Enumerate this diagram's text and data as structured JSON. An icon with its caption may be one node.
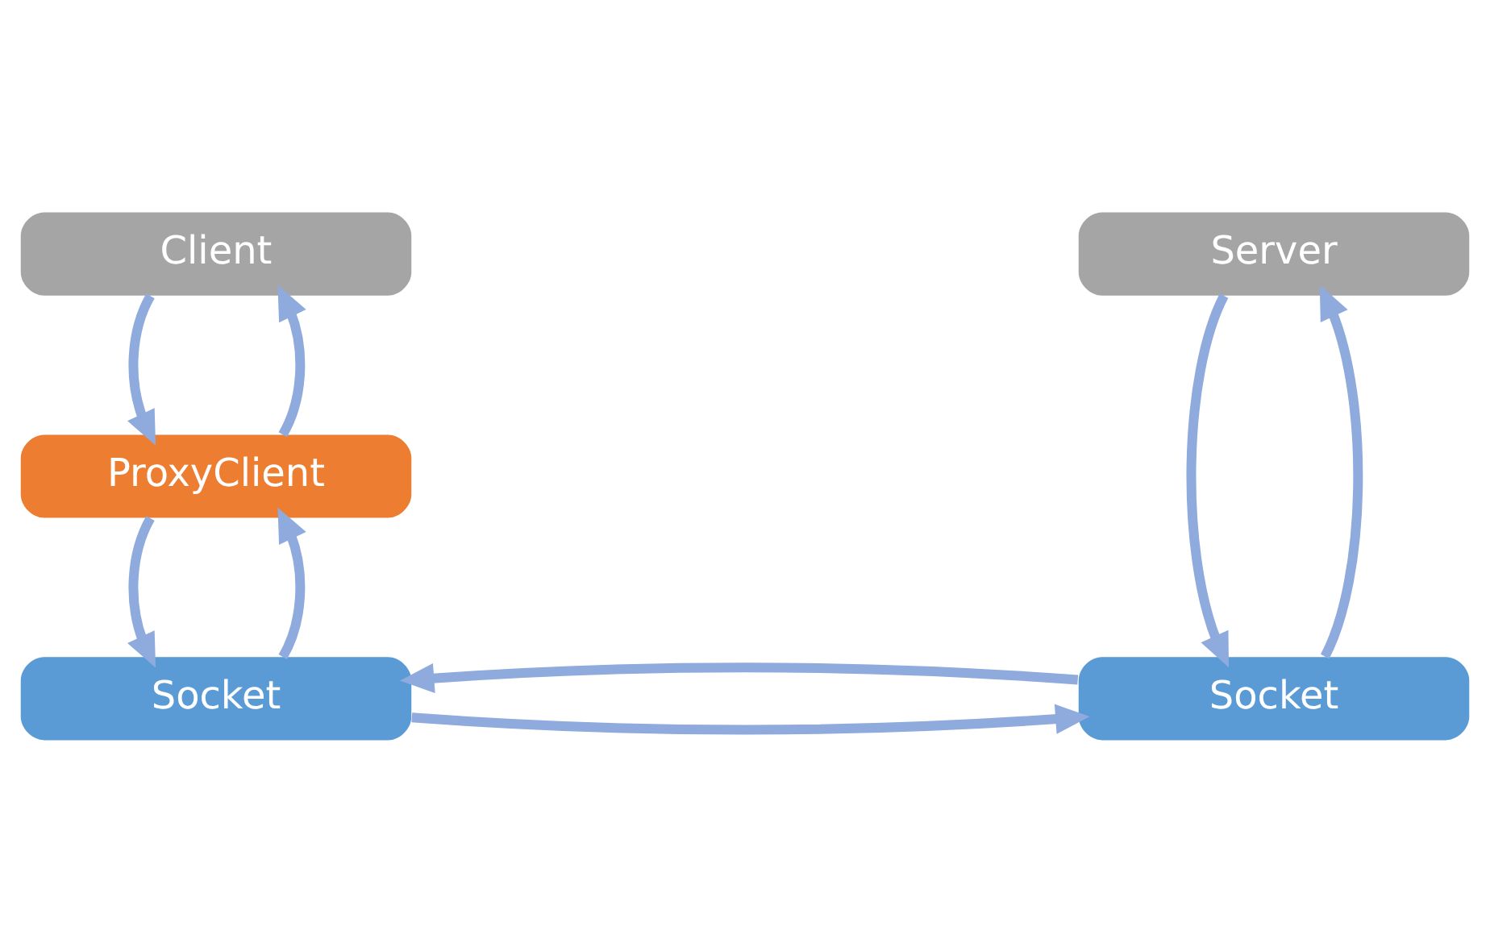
{
  "diagram": {
    "nodes": [
      {
        "text": [
          "Client"
        ]
      },
      {
        "text": [
          "Server"
        ]
      },
      {
        "text": [
          "ProxyClient"
        ]
      },
      {
        "text": [
          "Socket"
        ]
      },
      {
        "text": [
          "Socket"
        ]
      }
    ],
    "edges": [
      {
        "from": 0,
        "to": 2,
        "arrow": "to"
      },
      {
        "from": 2,
        "to": 0,
        "arrow": "to"
      },
      {
        "from": 1,
        "to": 4,
        "arrow": "to"
      },
      {
        "from": 4,
        "to": 1,
        "arrow": "to"
      },
      {
        "from": 2,
        "to": 3,
        "arrow": "to"
      },
      {
        "from": 3,
        "to": 2,
        "arrow": "to"
      },
      {
        "from": 3,
        "to": 4,
        "arrow": "to"
      },
      {
        "from": 4,
        "to": 3,
        "arrow": "to"
      }
    ]
  }
}
